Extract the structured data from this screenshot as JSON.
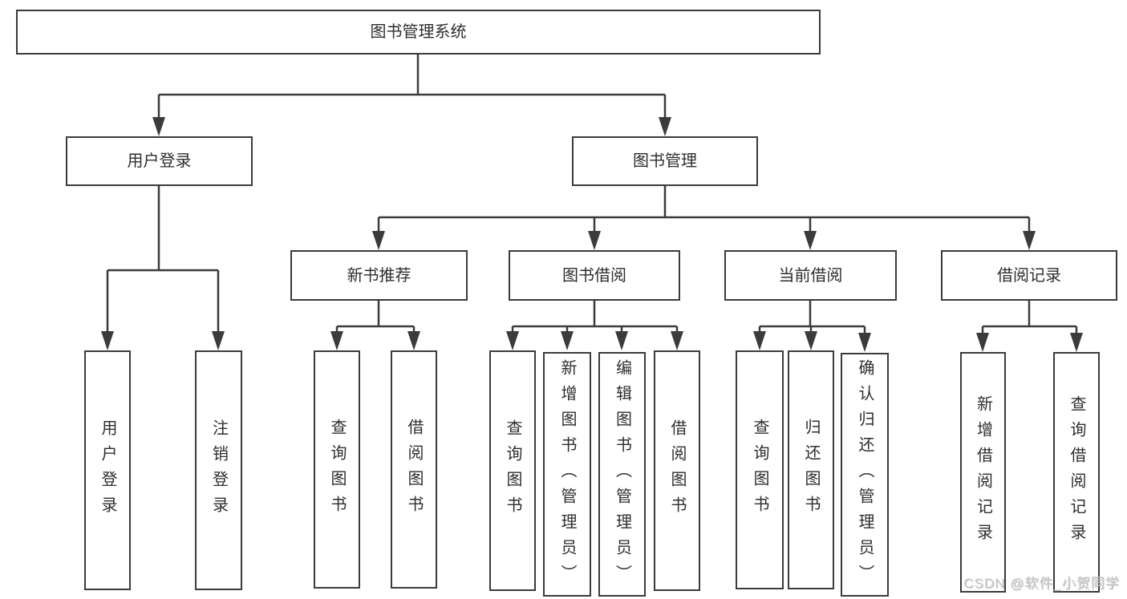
{
  "tree": {
    "root": "图书管理系统",
    "branches": [
      {
        "label": "用户登录",
        "children": [
          "用户登录",
          "注销登录"
        ]
      },
      {
        "label": "图书管理",
        "groups": [
          {
            "label": "新书推荐",
            "children": [
              "查询图书",
              "借阅图书"
            ]
          },
          {
            "label": "图书借阅",
            "children": [
              "查询图书",
              "新增图书（管理员）",
              "编辑图书（管理员）",
              "借阅图书"
            ]
          },
          {
            "label": "当前借阅",
            "children": [
              "查询图书",
              "归还图书",
              "确认归还（管理员）"
            ]
          },
          {
            "label": "借阅记录",
            "children": [
              "新增借阅记录",
              "查询借阅记录"
            ]
          }
        ]
      }
    ]
  },
  "watermark": {
    "text": "CSDN @软件_小贺同学"
  },
  "colors": {
    "line": "#3b3b3b",
    "ink": "#2e2e2e",
    "background": "#ffffff",
    "watermark": "#c9c9c9"
  }
}
